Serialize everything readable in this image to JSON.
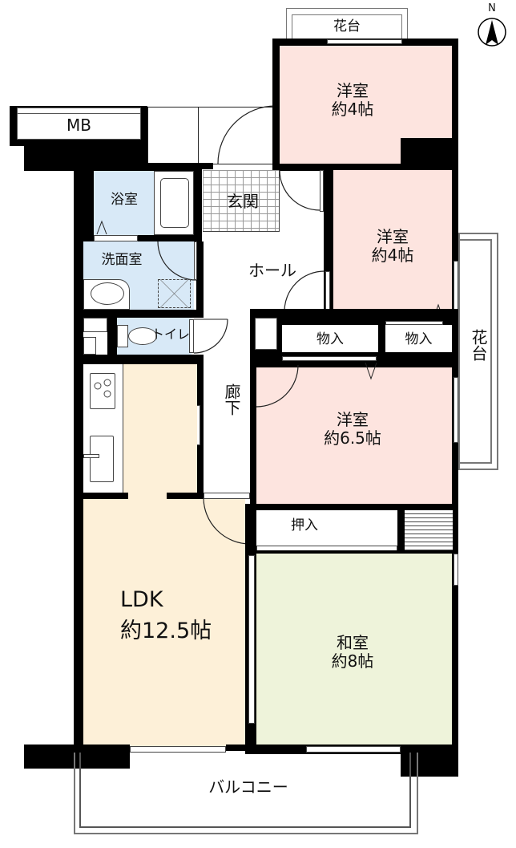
{
  "plan": {
    "compass": {
      "label": "N",
      "icon": "north-arrow-icon"
    },
    "colors": {
      "western_room": "#fde4df",
      "ldk": "#fdf0d8",
      "japanese_room": "#eef3da",
      "wet_area": "#d8e9f7",
      "wall": "#000000"
    },
    "rooms": {
      "flower_box_top": "花台",
      "flower_box_right": "花台",
      "mb": "MB",
      "bath": "浴室",
      "entrance": "玄関",
      "hall": "ホール",
      "washroom": "洗面室",
      "toilet": "トイレ",
      "corridor": "廊下",
      "storage_left": "物入",
      "storage_right": "物入",
      "closet": "押入",
      "balcony": "バルコニー",
      "western_room_1": {
        "name": "洋室",
        "size": "約4帖"
      },
      "western_room_2": {
        "name": "洋室",
        "size": "約4帖"
      },
      "western_room_3": {
        "name": "洋室",
        "size": "約6.5帖"
      },
      "ldk": {
        "name": "LDK",
        "size": "約12.5帖"
      },
      "japanese_room": {
        "name": "和室",
        "size": "約8帖"
      }
    }
  }
}
